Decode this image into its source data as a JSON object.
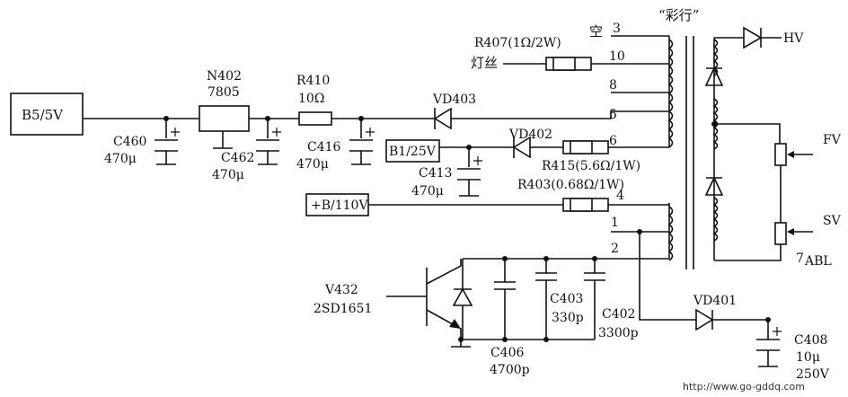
{
  "labels": {
    "b5": "B5/5V",
    "n402": "N402",
    "n402_type": "7805",
    "r410": "R410",
    "r410_val": "10Ω",
    "c460": "C460",
    "c460_val": "470μ",
    "c462": "C462",
    "c462_val": "470μ",
    "c416": "C416",
    "c416_val": "470μ",
    "vd403": "VD403",
    "vd402": "VD402",
    "vd401": "VD401",
    "b1": "B1/25V",
    "c413": "C413",
    "c413_val": "470μ",
    "r407": "R407(1Ω/2W)",
    "r415": "R415(5.6Ω/1W)",
    "r403": "R403(0.68Ω/1W)",
    "filament": "灯丝",
    "empty": "空",
    "fbt": "“彩行”",
    "plus_b": "+B/110V",
    "v432": "V432",
    "v432_type": "2SD1651",
    "c406": "C406",
    "c406_val": "4700p",
    "c403": "C403",
    "c403_val": "330p",
    "c402": "C402",
    "c402_val": "3300p",
    "c408": "C408",
    "c408_val": "10μ",
    "c408_volt": "250V",
    "hv": "HV",
    "fv": "FV",
    "sv": "SV",
    "abl": "ABL",
    "pin3": "3",
    "pin10": "10",
    "pin8": "8",
    "pin5": "5",
    "pin6": "6",
    "pin4": "4",
    "pin1": "1",
    "pin2": "2",
    "pin7": "7",
    "watermark": "http://www.go-gddq.com"
  }
}
